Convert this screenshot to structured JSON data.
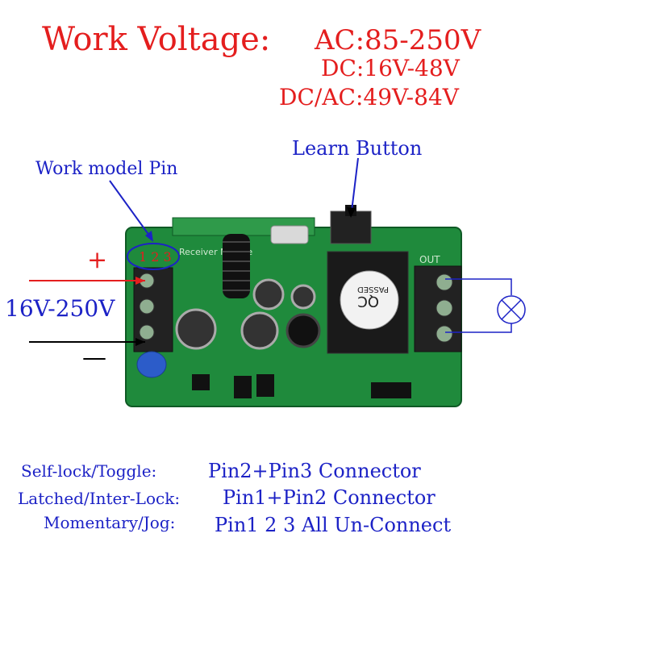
{
  "voltage": {
    "title": "Work Voltage:",
    "ac": "AC:85-250V",
    "dc": "DC:16V-48V",
    "dcac": "DC/AC:49V-84V"
  },
  "labels": {
    "learn_button": "Learn Button",
    "work_model_pin": "Work model Pin",
    "pin_numbers": "1 2 3",
    "plus": "+",
    "minus": "—",
    "input_voltage": "16V-250V",
    "board_text": "Receiver Module",
    "out": "OUT",
    "qc": "QC",
    "passed": "PASSED"
  },
  "modes": [
    {
      "label": "Self-lock/Toggle:",
      "value": "Pin2+Pin3 Connector"
    },
    {
      "label": "Latched/Inter-Lock:",
      "value": "Pin1+Pin2 Connector"
    },
    {
      "label": "Momentary/Jog:",
      "value": "Pin1 2 3 All Un-Connect"
    }
  ],
  "colors": {
    "title_red": "#e41e1e",
    "label_blue": "#1c22c6",
    "pcb_green": "#1f8a3c",
    "wire_red": "#e41e1e",
    "wire_black": "#000000"
  }
}
